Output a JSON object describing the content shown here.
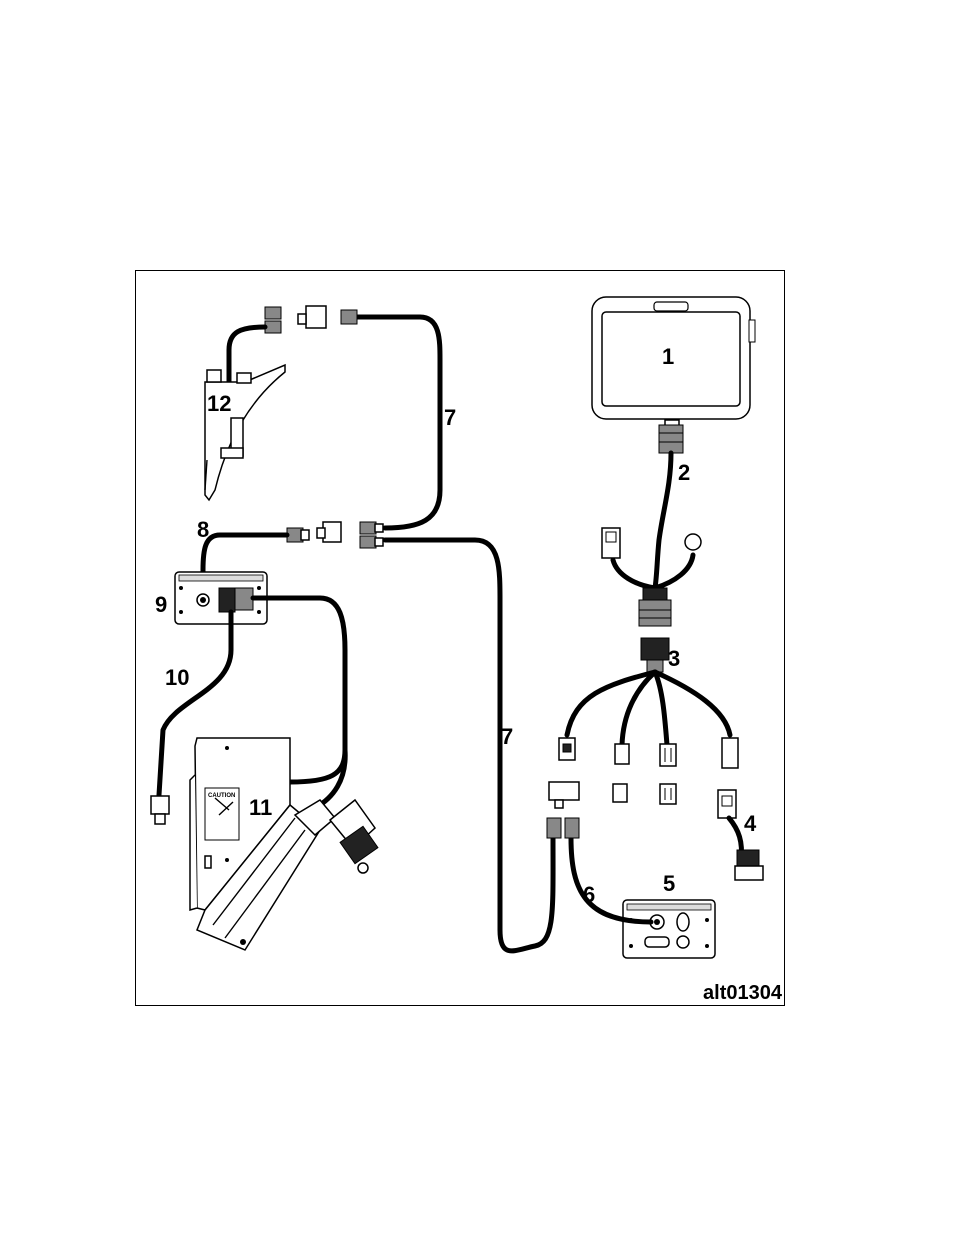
{
  "figure": {
    "id_label": "alt01304",
    "callouts": [
      {
        "key": "display",
        "text": "1"
      },
      {
        "key": "display_harness",
        "text": "2"
      },
      {
        "key": "adapter_harness",
        "text": "3"
      },
      {
        "key": "power_lead",
        "text": "4"
      },
      {
        "key": "module_lower",
        "text": "5"
      },
      {
        "key": "lead_6",
        "text": "6"
      },
      {
        "key": "cable_upper",
        "text": "7"
      },
      {
        "key": "cable_lower",
        "text": "7"
      },
      {
        "key": "lead_8",
        "text": "8"
      },
      {
        "key": "module_left",
        "text": "9"
      },
      {
        "key": "lead_10",
        "text": "10"
      },
      {
        "key": "actuator",
        "text": "11"
      },
      {
        "key": "sensor",
        "text": "12"
      }
    ],
    "warning_label": "CAUTION"
  },
  "colors": {
    "line": "#000000",
    "background": "#ffffff"
  }
}
